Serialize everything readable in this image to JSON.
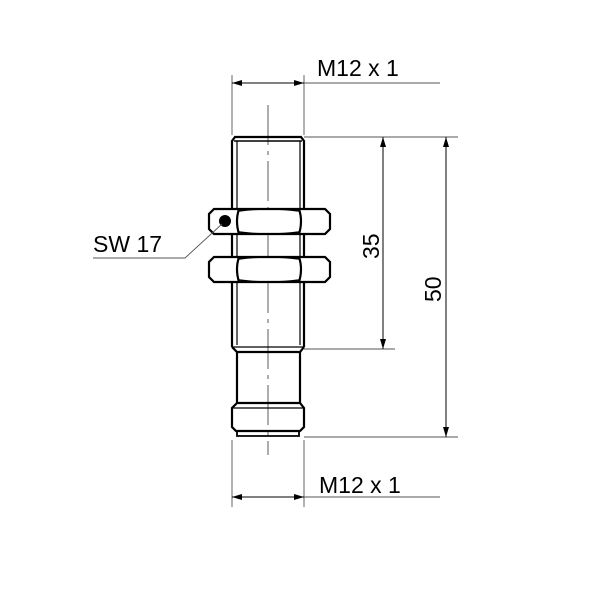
{
  "labels": {
    "top_thread": "M12 x 1",
    "bottom_thread": "M12 x 1",
    "wrench_size": "SW 17",
    "dim_thread_length": "35",
    "dim_total_length": "50"
  },
  "colors": {
    "line": "#000000",
    "dim_line": "#555555",
    "background": "#ffffff"
  }
}
